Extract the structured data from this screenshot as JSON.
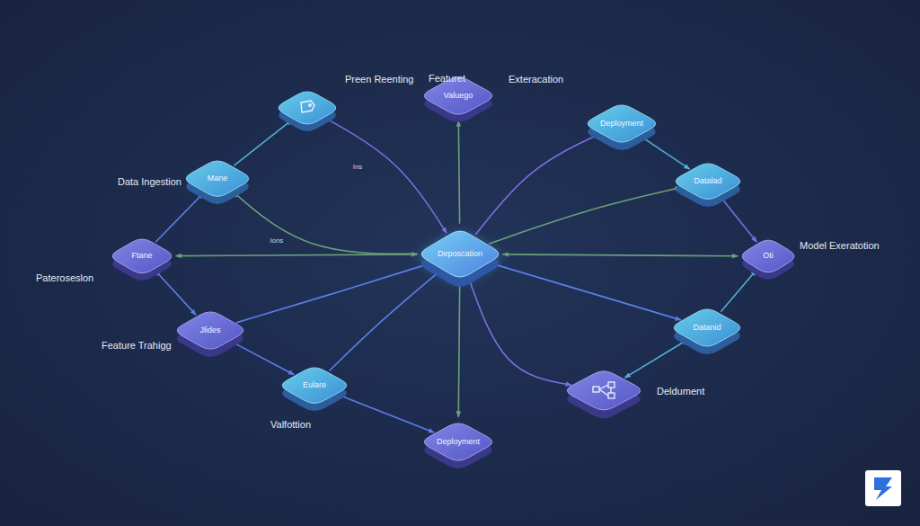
{
  "diagram": {
    "nodes": [
      {
        "text": [
          "Featuret",
          "Valuego"
        ]
      },
      {
        "text": [
          "Preen Reenting"
        ]
      },
      {
        "text": [
          "Deployment"
        ]
      },
      {
        "text": [
          "Data Ingestion",
          "Mane"
        ]
      },
      {
        "text": [
          "Datalad"
        ]
      },
      {
        "text": [
          "Pateroseslon",
          "Ftane"
        ]
      },
      {
        "text": [
          "Deposcation"
        ]
      },
      {
        "text": [
          "Model Exeratotion",
          "Oti"
        ]
      },
      {
        "text": [
          "Feature Trahigg",
          "Jlides"
        ]
      },
      {
        "text": [
          "Datanid"
        ]
      },
      {
        "text": [
          "Valfottion",
          "Eulare"
        ]
      },
      {
        "text": [
          "Deldument"
        ]
      },
      {
        "text": [
          "Deployment"
        ]
      }
    ],
    "edges": [
      {
        "from": 6,
        "to": 0,
        "arrow": "to"
      },
      {
        "from": 6,
        "to": 12,
        "arrow": "to"
      },
      {
        "from": 6,
        "to": 5,
        "arrow": "both"
      },
      {
        "from": 6,
        "to": 7,
        "arrow": "both"
      },
      {
        "from": 1,
        "to": 6,
        "label": "Ins",
        "arrow": "to"
      },
      {
        "from": 6,
        "to": 3,
        "label": "lons",
        "arrow": "to"
      },
      {
        "from": 3,
        "to": 1,
        "arrow": "to"
      },
      {
        "from": 5,
        "to": 3,
        "arrow": "to"
      },
      {
        "from": 5,
        "to": 8,
        "arrow": "both"
      },
      {
        "from": 8,
        "to": 10,
        "arrow": "to"
      },
      {
        "from": 10,
        "to": 12,
        "arrow": "to"
      },
      {
        "from": 8,
        "to": 6,
        "arrow": "to"
      },
      {
        "from": 10,
        "to": 6,
        "arrow": "to"
      },
      {
        "from": 6,
        "to": 2,
        "arrow": "to"
      },
      {
        "from": 6,
        "to": 4,
        "arrow": "to"
      },
      {
        "from": 2,
        "to": 4,
        "arrow": "to"
      },
      {
        "from": 4,
        "to": 7,
        "arrow": "to"
      },
      {
        "from": 9,
        "to": 7,
        "arrow": "to"
      },
      {
        "from": 11,
        "to": 9,
        "arrow": "both"
      },
      {
        "from": 6,
        "to": 9,
        "arrow": "to"
      },
      {
        "from": 6,
        "to": 11,
        "arrow": "to"
      }
    ],
    "labels": [
      "Exteracation"
    ]
  }
}
